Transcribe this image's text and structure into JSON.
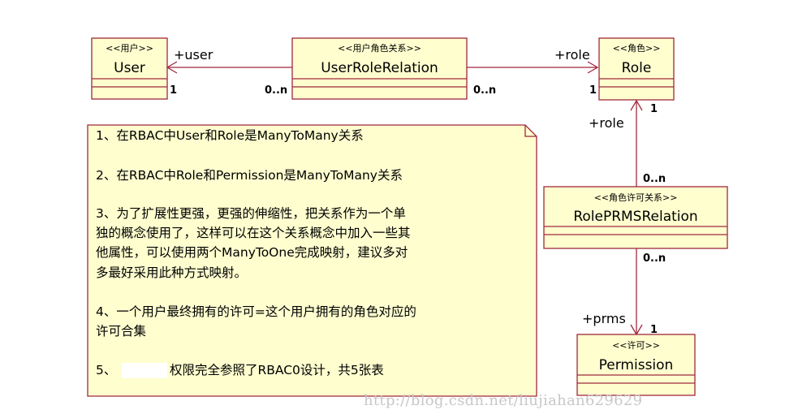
{
  "classes": {
    "user": {
      "stereotype": "<<用户>>",
      "name": "User"
    },
    "user_role_relation": {
      "stereotype": "<<用户角色关系>>",
      "name": "UserRoleRelation"
    },
    "role": {
      "stereotype": "<<角色>>",
      "name": "Role"
    },
    "role_prms_relation": {
      "stereotype": "<<角色许可关系>>",
      "name": "RolePRMSRelation"
    },
    "permission": {
      "stereotype": "<<许可>>",
      "name": "Permission"
    }
  },
  "associations": {
    "user_link": {
      "role": "+user",
      "near_mult": "1",
      "far_mult": "0..n"
    },
    "role_link_top": {
      "role": "+role",
      "near_mult": "1",
      "far_mult": "0..n"
    },
    "role_link_side": {
      "role": "+role",
      "near_mult": "1",
      "far_mult": "0..n"
    },
    "prms_link": {
      "role": "+prms",
      "near_mult": "1",
      "far_mult": "0..n"
    }
  },
  "note": {
    "lines": [
      "1、在RBAC中User和Role是ManyToMany关系",
      "2、在RBAC中Role和Permission是ManyToMany关系",
      "3、为了扩展性更强，更强的伸缩性，把关系作为一个单",
      "独的概念使用了，这样可以在这个关系概念中加入一些其",
      "他属性，可以使用两个ManyToOne完成映射，建议多对",
      "多最好采用此种方式映射。",
      "4、一个用户最终拥有的许可=这个用户拥有的角色对应的",
      "许可合集",
      "5、",
      "权限完全参照了RBAC0设计，共5张表"
    ]
  },
  "watermark": "http://blog.csdn.net/liujiahan629629",
  "colors": {
    "class_border": "#a0283c",
    "class_fill": "#fefecf",
    "line": "#a0283c",
    "note_border": "#a0283c",
    "note_fill": "#fefecf"
  }
}
